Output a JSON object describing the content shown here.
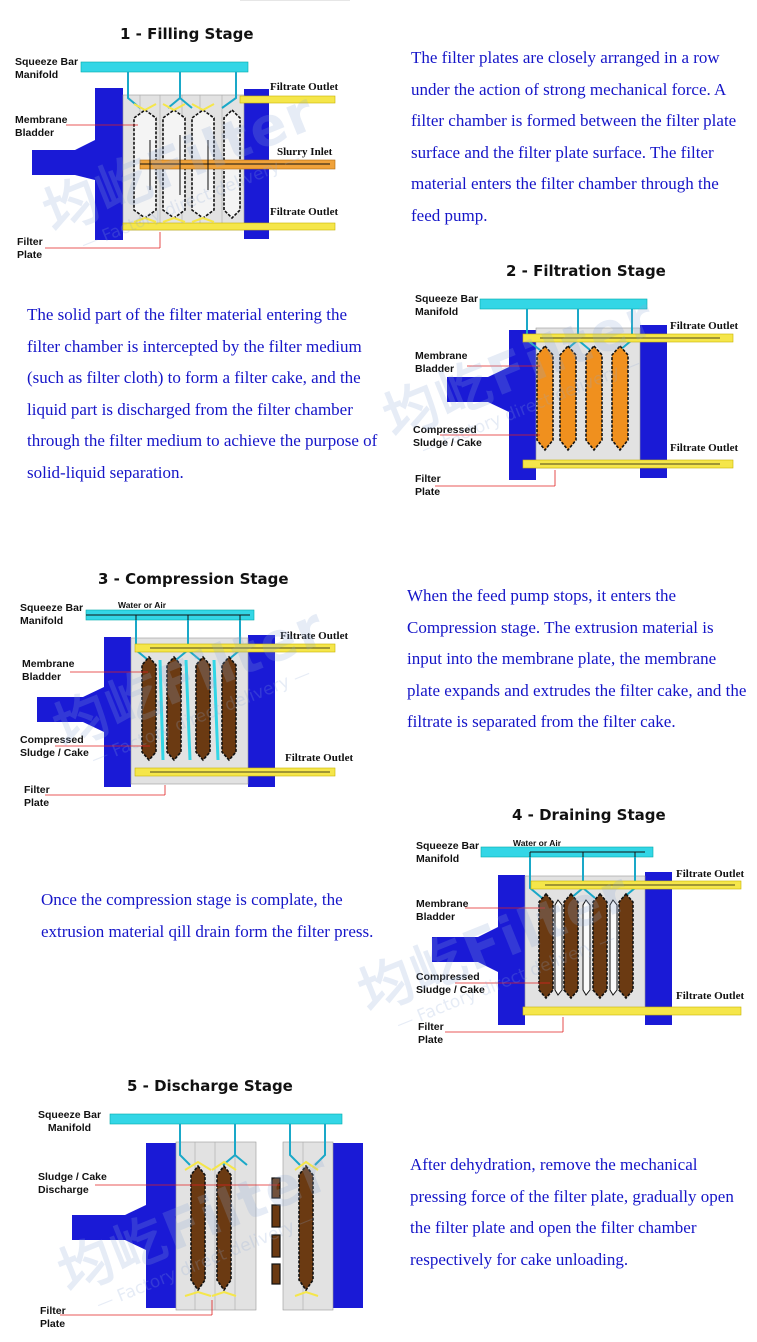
{
  "watermark": {
    "brand": "均屹Filter",
    "tagline": "— Factory direct delivery —"
  },
  "stages": [
    {
      "title": "1 - Filling Stage",
      "labels": {
        "manifold": "Squeeze Bar\nManifold",
        "bladder": "Membrane\nBladder",
        "plate": "Filter\nPlate",
        "outlet_top": "Filtrate Outlet",
        "slurry": "Slurry Inlet",
        "outlet_bottom": "Filtrate Outlet"
      },
      "description": "The filter plates are closely arranged in a row under the action of strong mechanical force. A filter chamber is formed between the filter plate surface and the filter plate surface. The filter material enters the filter chamber through the feed pump."
    },
    {
      "title": "2 - Filtration Stage",
      "labels": {
        "manifold": "Squeeze Bar\nManifold",
        "bladder": "Membrane\nBladder",
        "sludge": "Compressed\nSludge / Cake",
        "plate": "Filter\nPlate",
        "outlet_top": "Filtrate Outlet",
        "outlet_bottom": "Filtrate Outlet"
      },
      "description": "The solid part of the filter material entering the filter chamber is intercepted by the filter medium (such as filter cloth) to form a filter cake, and the liquid part is discharged from the filter chamber through the filter medium to achieve the purpose of solid-liquid separation."
    },
    {
      "title": "3 - Compression Stage",
      "labels": {
        "water": "Water or Air",
        "manifold": "Squeeze Bar\nManifold",
        "bladder": "Membrane\nBladder",
        "sludge": "Compressed\nSludge / Cake",
        "plate": "Filter\nPlate",
        "outlet_top": "Filtrate Outlet",
        "outlet_bottom": "Filtrate Outlet"
      },
      "description": "When the feed pump stops, it enters the Compression stage. The extrusion material is input into the membrane plate, the membrane plate expands and extrudes the filter cake, and the filtrate is separated from the filter cake."
    },
    {
      "title": "4 - Draining Stage",
      "labels": {
        "water": "Water or Air",
        "manifold": "Squeeze Bar\nManifold",
        "bladder": "Membrane\nBladder",
        "sludge": "Compressed\nSludge / Cake",
        "plate": "Filter\nPlate",
        "outlet_top": "Filtrate Outlet",
        "outlet_bottom": "Filtrate Outlet"
      },
      "description": "Once the compression stage is complate, the extrusion material qill drain form the filter press."
    },
    {
      "title": "5 - Discharge Stage",
      "labels": {
        "manifold": "Squeeze Bar\nManifold",
        "discharge": "Sludge / Cake\nDischarge",
        "plate": "Filter\nPlate"
      },
      "description": "After dehydration, remove the mechanical pressing force of the filter plate, gradually open the filter plate and open the filter chamber respectively for cake unloading."
    }
  ],
  "colors": {
    "frame": "#1a1ad6",
    "manifold": "#33d6e6",
    "outlet": "#f5e64a",
    "plate": "#e2e2e2",
    "slurry": "#f0a23a",
    "cake": "#6b3a12",
    "description": "#1515c8"
  }
}
